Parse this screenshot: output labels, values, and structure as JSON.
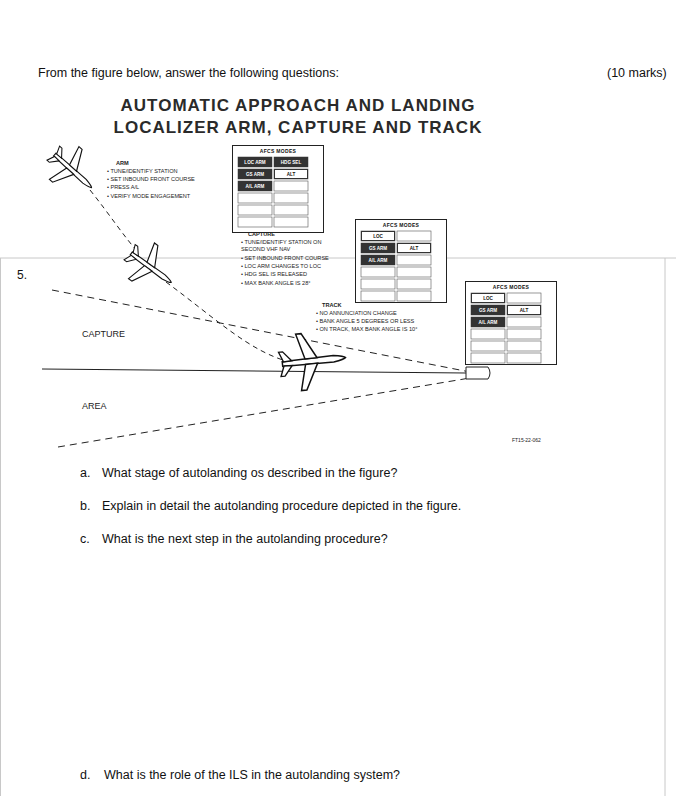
{
  "diagram": {
    "title": "AUTOMATIC APPROACH AND LANDING LOCALIZER ARM, CAPTURE AND TRACK",
    "nodes": [
      {
        "text": [
          "AFCS MODES"
        ]
      },
      {
        "text": [
          "LOC ARM"
        ],
        "in": 0
      },
      {
        "text": [
          "HDG SEL"
        ],
        "in": 0
      },
      {
        "text": [
          "GS ARM"
        ],
        "in": 0
      },
      {
        "text": [
          "ALT"
        ],
        "in": 0
      },
      {
        "text": [
          "A/L ARM"
        ],
        "in": 0
      },
      {
        "text": [
          "AFCS MODES"
        ]
      },
      {
        "text": [
          "LOC"
        ],
        "in": 6
      },
      {
        "text": [
          "GS ARM"
        ],
        "in": 6
      },
      {
        "text": [
          "ALT"
        ],
        "in": 6
      },
      {
        "text": [
          "A/L ARM"
        ],
        "in": 6
      },
      {
        "text": [
          "AFCS MODES"
        ]
      },
      {
        "text": [
          "LOC"
        ],
        "in": 11
      },
      {
        "text": [
          "GS ARM"
        ],
        "in": 11
      },
      {
        "text": [
          "ALT"
        ],
        "in": 11
      },
      {
        "text": [
          "A/L ARM"
        ],
        "in": 11
      }
    ],
    "labels": [
      "From the figure below, answer the following questions:",
      "(10 marks)",
      "5.",
      "ARM",
      "• TUNE/IDENTIFY STATION",
      "• SET INBOUND FRONT COURSE",
      "• PRESS A/L",
      "• VERIFY MODE ENGAGEMENT",
      "CAPTURE",
      "• TUNE/IDENTIFY STATION ON SECOND VHF NAV",
      "• SET INBOUND FRONT COURSE",
      "• LOC ARM CHANGES TO LOC",
      "• HDG SEL IS RELEASED",
      "• MAX BANK ANGLE IS 28°",
      "TRACK",
      "• NO ANNUNCIATION CHANGE",
      "• BANK ANGLE 5 DEGREES OR LESS",
      "• ON TRACK, MAX BANK ANGLE IS 10°",
      "CAPTURE",
      "AREA",
      "FT15-22-062",
      "a.",
      "What stage of autolanding os described in the figure?",
      "b.",
      "Explain in detail the autolanding procedure depicted in the figure.",
      "c.",
      "What is the next step in the autolanding procedure?",
      "d.",
      "What is the role of the ILS in the autolanding system?"
    ]
  }
}
